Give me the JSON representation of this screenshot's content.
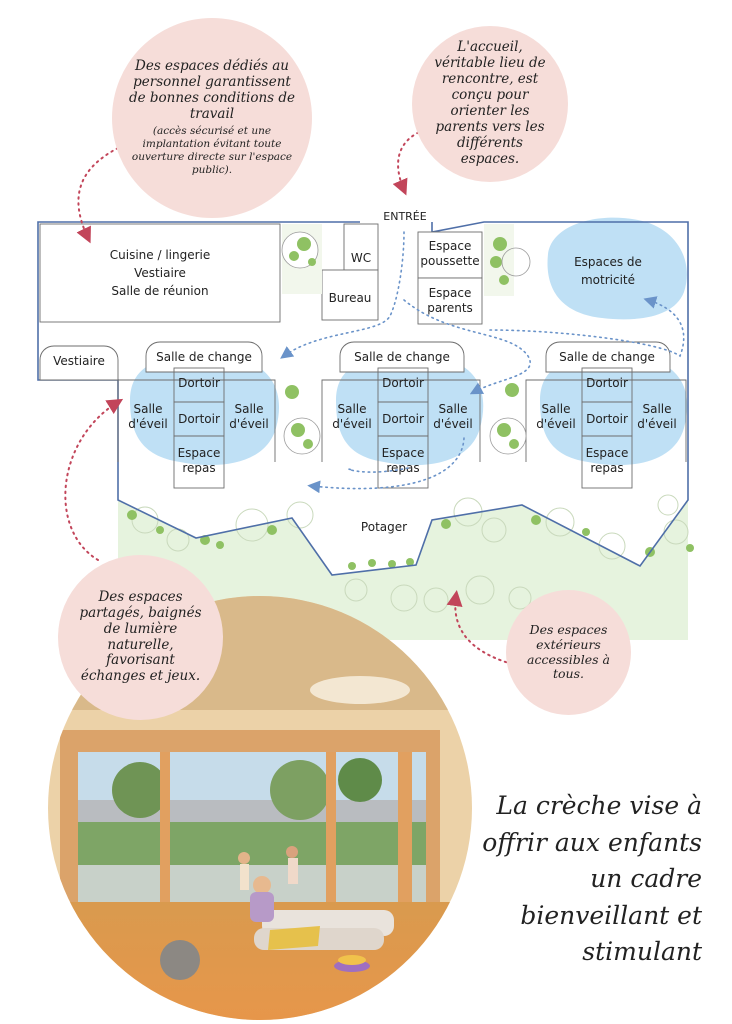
{
  "callouts": {
    "staff": {
      "main": "Des espaces dédiés au personnel garantissent de bonnes conditions de travail",
      "detail": "(accès sécurisé et une implantation évitant toute ouverture directe sur l'espace public)."
    },
    "welcome": "L'accueil, véritable lieu de rencontre, est conçu pour orienter les parents vers les différents espaces.",
    "shared": "Des espaces partagés, baignés de lumière naturelle, favorisant échanges et jeux.",
    "outdoor": "Des espaces extérieurs accessibles à tous."
  },
  "plan": {
    "entrance": "ENTRÉE",
    "kitchen": [
      "Cuisine / lingerie",
      "Vestiaire",
      "Salle de réunion"
    ],
    "wc": "WC",
    "office": "Bureau",
    "stroller": [
      "Espace",
      "poussette"
    ],
    "parents": [
      "Espace",
      "parents"
    ],
    "motor": [
      "Espaces de",
      "motricité"
    ],
    "cloakroom": "Vestiaire",
    "changing_room": "Salle de change",
    "dormitory": "Dortoir",
    "activity": [
      "Salle",
      "d'éveil"
    ],
    "meal": [
      "Espace",
      "repas"
    ],
    "garden": "Potager"
  },
  "tagline": "La crèche vise à offrir aux enfants un cadre bienveillant et stimulant",
  "colors": {
    "bubble": "#f6ddd9",
    "wall": "#4f6fa8",
    "zone": "#bfe0f5",
    "garden": "#e6f3de",
    "tree": "#8fc163",
    "arrow_red": "#c2455a",
    "arrow_blue": "#6a93c9"
  }
}
